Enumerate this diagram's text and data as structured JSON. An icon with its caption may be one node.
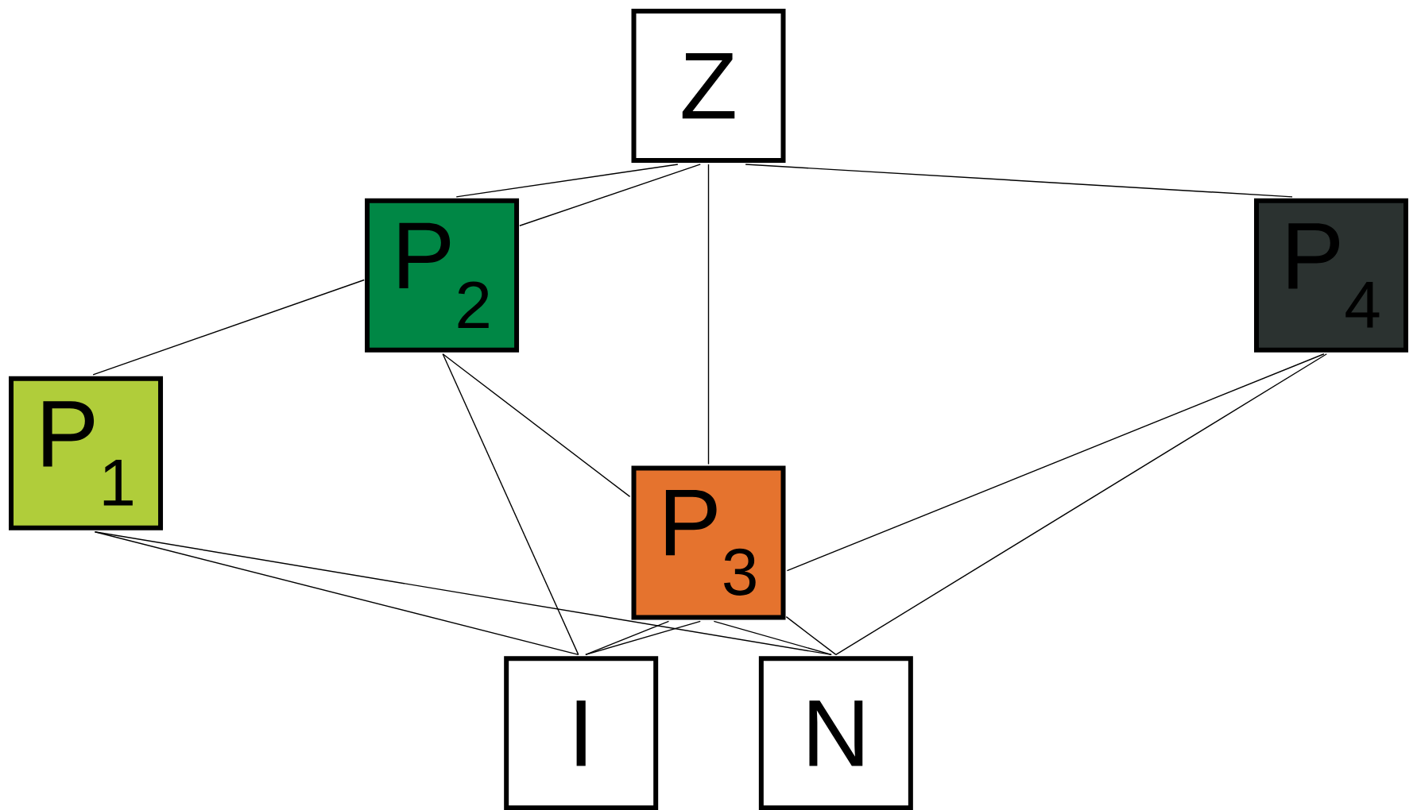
{
  "diagram": {
    "nodes": [
      {
        "text": [
          "Z"
        ]
      },
      {
        "text": [
          "P$_{2}$"
        ]
      },
      {
        "text": [
          "P$_{4}$"
        ]
      },
      {
        "text": [
          "P$_{1}$"
        ]
      },
      {
        "text": [
          "P$_{3}$"
        ]
      },
      {
        "text": [
          "I"
        ]
      },
      {
        "text": [
          "N"
        ]
      }
    ],
    "edges": [
      {
        "from": 0,
        "to": 1,
        "arrow": "none"
      },
      {
        "from": 0,
        "to": 1,
        "arrow": "none"
      },
      {
        "from": 1,
        "to": 3,
        "arrow": "none"
      },
      {
        "from": 0,
        "to": 4,
        "arrow": "none"
      },
      {
        "from": 0,
        "to": 2,
        "arrow": "none"
      },
      {
        "from": 1,
        "to": 4,
        "arrow": "none"
      },
      {
        "from": 4,
        "to": 6,
        "arrow": "none"
      },
      {
        "from": 1,
        "to": 5,
        "arrow": "none"
      },
      {
        "from": 3,
        "to": 5,
        "arrow": "none"
      },
      {
        "from": 3,
        "to": 6,
        "arrow": "none"
      },
      {
        "from": 2,
        "to": 4,
        "arrow": "none"
      },
      {
        "from": 4,
        "to": 5,
        "arrow": "none"
      },
      {
        "from": 4,
        "to": 5,
        "arrow": "none"
      },
      {
        "from": 4,
        "to": 6,
        "arrow": "none"
      },
      {
        "from": 2,
        "to": 6,
        "arrow": "none"
      }
    ]
  }
}
